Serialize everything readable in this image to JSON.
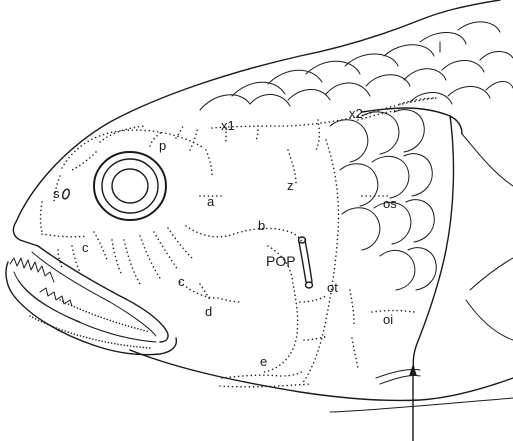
{
  "figure": {
    "labels": {
      "p": "p",
      "s": "s",
      "x1": "x1",
      "x2": "x2",
      "z": "z",
      "a": "a",
      "b": "b",
      "c_upper": "c",
      "c_lower": "c",
      "d": "d",
      "e": "e",
      "os": "os",
      "ot": "ot",
      "oi": "oi",
      "pop": "POP"
    },
    "colors": {
      "ink": "#1a1a1a",
      "background": "#ffffff"
    }
  }
}
